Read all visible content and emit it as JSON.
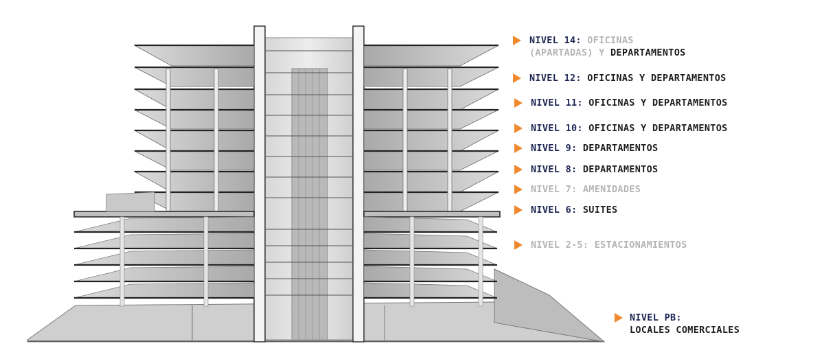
{
  "levels": {
    "n14": {
      "label": "NIVEL 14:",
      "line1": "OFICINAS",
      "line2a": "(APARTADAS) Y",
      "line2b": "DEPARTAMENTOS"
    },
    "n12": {
      "label": "NIVEL 12:",
      "text": "OFICINAS Y DEPARTAMENTOS"
    },
    "n11": {
      "label": "NIVEL 11:",
      "text": "OFICINAS Y DEPARTAMENTOS"
    },
    "n10": {
      "label": "NIVEL 10:",
      "text": "OFICINAS Y DEPARTAMENTOS"
    },
    "n9": {
      "label": "NIVEL 9:",
      "text": "DEPARTAMENTOS"
    },
    "n8": {
      "label": "NIVEL 8:",
      "text": "DEPARTAMENTOS"
    },
    "n7": {
      "label": "NIVEL 7:",
      "text": "AMENIDADES"
    },
    "n6": {
      "label": "NIVEL 6:",
      "text": "SUITES"
    },
    "n25": {
      "label": "NIVEL 2-5:",
      "text": "ESTACIONAMIENTOS"
    },
    "pb": {
      "label": "NIVEL PB:",
      "text": "LOCALES COMERCIALES"
    }
  },
  "colors": {
    "accent": "#f0882e",
    "navy": "#1d2552",
    "grey": "#b4b4b4",
    "text": "#1d1d1d"
  },
  "icons": {
    "bullet": "triangle-right-icon"
  }
}
